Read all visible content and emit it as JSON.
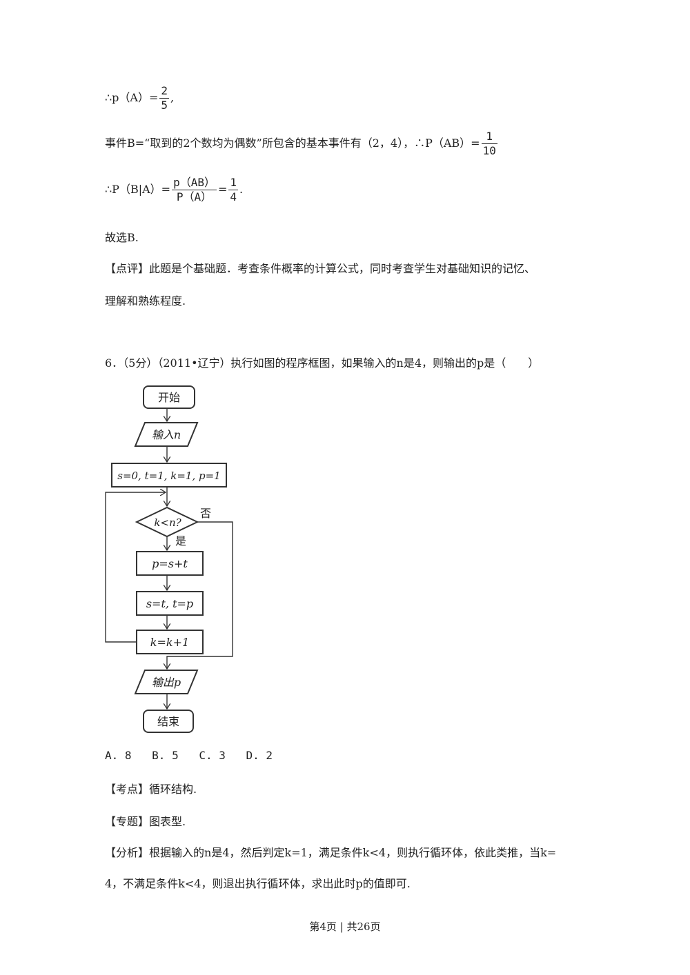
{
  "line1": {
    "prefix": "∴p（A）=",
    "num": "2",
    "den": "5",
    "suffix": ","
  },
  "line2": {
    "prefix": "事件B=“取到的2个数均为偶数”所包含的基本事件有（2，4），∴P（AB）=",
    "num": "1",
    "den": "10"
  },
  "line3": {
    "prefix": "∴P（B|A）=",
    "num": "p（AB）",
    "den": "P（A）",
    "mid": "=",
    "num2": "1",
    "den2": "4",
    "suffix": "."
  },
  "line4": "故选B.",
  "review": {
    "label": "【点评】",
    "text1": "此题是个基础题．考查条件概率的计算公式，同时考查学生对基础知识的记忆、",
    "text2": "理解和熟练程度."
  },
  "question": "6．（5分）（2011•辽宁）执行如图的程序框图，如果输入的n是4，则输出的p是（　　）",
  "flowchart": {
    "start": "开始",
    "input": "输入n",
    "init": "s=0, t=1, k=1, p=1",
    "cond": "k<n?",
    "no": "否",
    "yes": "是",
    "step1": "p=s+t",
    "step2": "s=t, t=p",
    "step3": "k=k+1",
    "output": "输出p",
    "end": "结束"
  },
  "options": [
    "A. 8",
    "B. 5",
    "C. 3",
    "D. 2"
  ],
  "kaodian": {
    "label": "【考点】",
    "text": "循环结构."
  },
  "zhuanti": {
    "label": "【专题】",
    "text": "图表型."
  },
  "fenxi": {
    "label": "【分析】",
    "text1": "根据输入的n是4，然后判定k=1，满足条件k<4，则执行循环体，依此类推，当k=",
    "text2": "4，不满足条件k<4，则退出执行循环体，求出此时p的值即可."
  },
  "footer": "第4页 | 共26页"
}
